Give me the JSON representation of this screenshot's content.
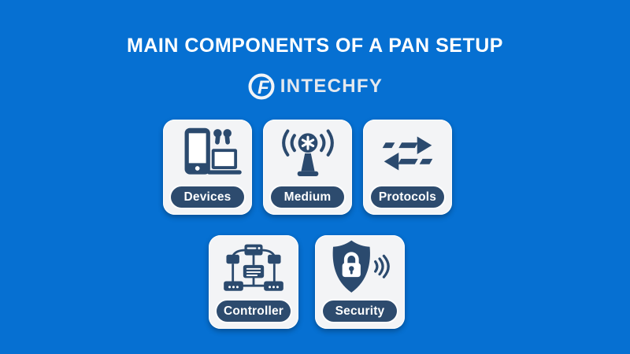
{
  "header": {
    "title": "MAIN COMPONENTS OF A PAN SETUP",
    "brand": "INTECHFY"
  },
  "colors": {
    "background": "#0670d2",
    "card": "#f3f4f6",
    "icon_navy": "#2b4a6e",
    "pill_navy": "#2d4b6e",
    "title_text": "#ffffff",
    "brand_text": "#e4e8ee"
  },
  "cards": [
    {
      "label": "Devices",
      "icon": "devices-icon"
    },
    {
      "label": "Medium",
      "icon": "antenna-broadcast-icon"
    },
    {
      "label": "Protocols",
      "icon": "data-exchange-arrows-icon"
    },
    {
      "label": "Controller",
      "icon": "network-topology-icon"
    },
    {
      "label": "Security",
      "icon": "shield-lock-wireless-icon"
    }
  ]
}
